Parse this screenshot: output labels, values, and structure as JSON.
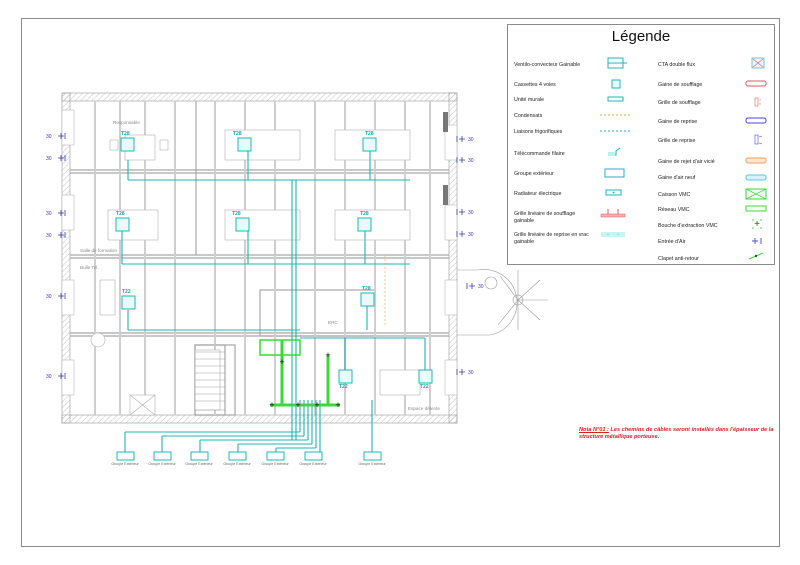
{
  "legend": {
    "title": "Légende",
    "left_items": [
      {
        "label": "Ventilo-convecteur Gainable",
        "icon": "ventilo-convecteur-gainable-icon"
      },
      {
        "label": "Cassettes 4 voies",
        "icon": "cassette-4-voies-icon"
      },
      {
        "label": "Unité murale",
        "icon": "unite-murale-icon"
      },
      {
        "label": "Condensats",
        "icon": "condensats-line-icon"
      },
      {
        "label": "Liaisons frigorifiques",
        "icon": "liaisons-frigorifiques-line-icon"
      },
      {
        "label": "Télécommande filaire",
        "icon": "telecommande-filaire-icon"
      },
      {
        "label": "Groupe extérieur",
        "icon": "groupe-exterieur-icon"
      },
      {
        "label": "Radiateur électrique",
        "icon": "radiateur-electrique-icon"
      },
      {
        "label": "Grille linéaire de soufflage gainable",
        "icon": "grille-soufflage-gainable-icon"
      },
      {
        "label": "Grille linéaire de reprise en vrac gainable",
        "icon": "grille-reprise-gainable-icon"
      }
    ],
    "right_items": [
      {
        "label": "CTA double flux",
        "icon": "cta-double-flux-icon"
      },
      {
        "label": "Gaine de soufflage",
        "icon": "gaine-soufflage-icon"
      },
      {
        "label": "Grille de soufflage",
        "icon": "grille-soufflage-icon"
      },
      {
        "label": "Gaine de reprise",
        "icon": "gaine-reprise-icon"
      },
      {
        "label": "Grille de reprise",
        "icon": "grille-reprise-icon"
      },
      {
        "label": "Gaine de rejet d'air vicié",
        "icon": "gaine-rejet-air-vicie-icon"
      },
      {
        "label": "Gaine d'air neuf",
        "icon": "gaine-air-neuf-icon"
      },
      {
        "label": "Caisson VMC",
        "icon": "caisson-vmc-icon"
      },
      {
        "label": "Réseau VMC",
        "icon": "reseau-vmc-icon"
      },
      {
        "label": "Bouche d'extraction VMC",
        "icon": "bouche-extraction-vmc-icon"
      },
      {
        "label": "Entrée d'Air",
        "icon": "entree-air-icon"
      },
      {
        "label": "Clapet anti-retour",
        "icon": "clapet-anti-retour-icon"
      }
    ]
  },
  "nota": {
    "prefix": "Nota N°01 :",
    "text": " Les chemins de câbles seront installés dans l'épaisseur de la structure métallique porteuse."
  },
  "rooms": {
    "responsable": "Responsable",
    "salle_formation": "Salle de formation",
    "bulle_tel": "Bulle Tel.",
    "erc": "ERC",
    "espace_detente": "Espace détente"
  },
  "unit_tags": {
    "t28": "T28",
    "t22": "T22"
  },
  "radiator_power": "30",
  "groupe_exterieur": {
    "label": "Groupe Extérieur",
    "count": 7
  },
  "colors": {
    "frigo": "#1fb5b5",
    "vmc": "#39d939",
    "soufflage": "#e05a5a",
    "reprise": "#4a4ac8",
    "rejet": "#f0a060",
    "condensats": "#f0a050",
    "nota": "#d42020",
    "wall": "#9a9a9a",
    "radiator": "#3a3aa8"
  }
}
